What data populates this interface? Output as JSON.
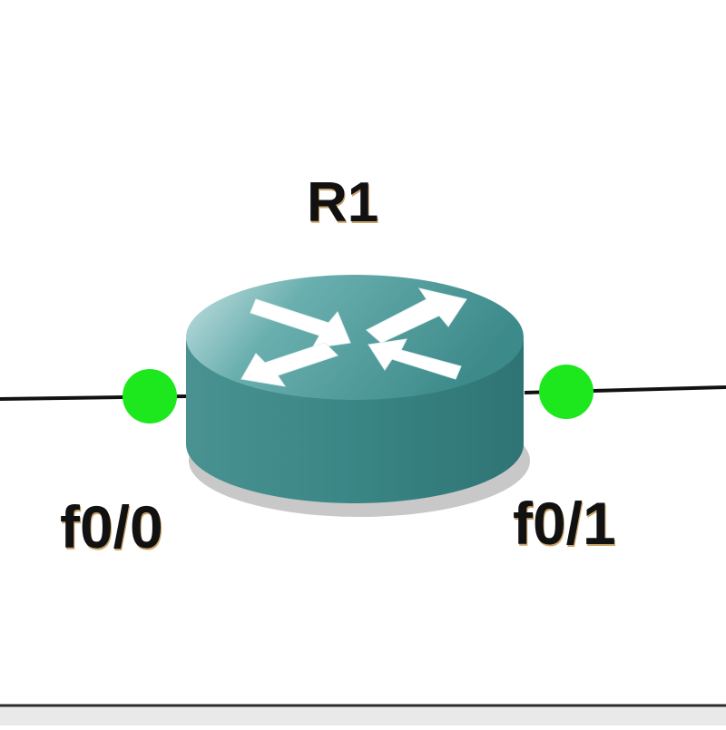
{
  "router": {
    "name": "R1",
    "icon": "router-icon"
  },
  "interfaces": [
    {
      "label": "f0/0",
      "status_color": "#1de81d"
    },
    {
      "label": "f0/1",
      "status_color": "#1de81d"
    }
  ],
  "colors": {
    "router_body": "#3f8c8c",
    "router_top": "#5aa5a5",
    "link": "#111111",
    "interface_up": "#1de81d"
  }
}
